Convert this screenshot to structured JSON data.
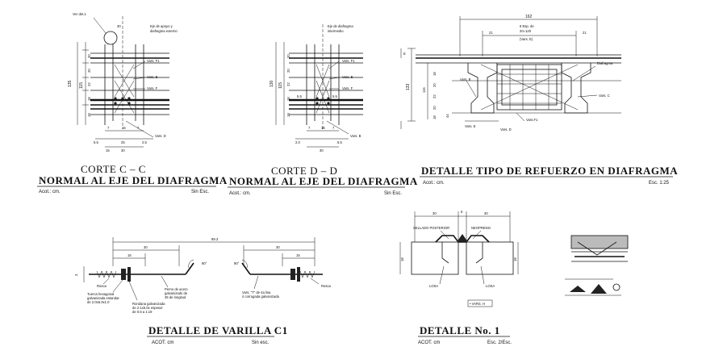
{
  "corte_cc": {
    "title": "CORTE  C – C",
    "subtitle": "NORMAL  AL  EJE  DEL  DIAFRAGMA",
    "acot": "Acot.: cm.",
    "escala": "Sin Esc.",
    "labels": {
      "ver_det": "Ver det.1",
      "eje_apoyo": "Eje de apoyo y",
      "eje_apoyo_2": "diafragma externo",
      "vars_f1": "Vars. F1",
      "vars_e": "Vars. E",
      "vars_f": "Vars. F",
      "vars_d": "Vars. D",
      "dim_30": "30",
      "dim_135": "135",
      "dim_115": "115",
      "dims_left": [
        "20",
        "20",
        "22",
        "18",
        "18"
      ],
      "dims_bottom": [
        "7",
        "16",
        "7",
        "5.5",
        "25",
        "2.5",
        "15",
        "30"
      ]
    }
  },
  "corte_dd": {
    "title": "CORTE  D – D",
    "subtitle": "NORMAL  AL  EJE  DEL  DIAFRAGMA",
    "acot": "Acot.: cm.",
    "escala": "Sin Esc.",
    "labels": {
      "eje_diafragma": "Eje de diafragma",
      "eje_diafragma_2": "intermedio",
      "vars_f1": "Vars. F1",
      "vars_e": "Vars. E",
      "vars_f": "Vars. F",
      "vars_b": "Vars. B",
      "dim_130": "130",
      "dim_115": "115",
      "dims_left": [
        "20",
        "20",
        "22",
        "18",
        "18"
      ],
      "dims_mid": [
        "5.5",
        "5.5"
      ],
      "dims_bottom": [
        "7",
        "16",
        "7",
        "2.0",
        "5.5",
        "30"
      ]
    }
  },
  "detalle_diafragma": {
    "title": "DETALLE  TIPO  DE  REFUERZO  EN  DIAFRAGMA",
    "acot": "Acot.: cm.",
    "escala": "Esc. 1:25",
    "labels": {
      "dim_162": "162",
      "dim_21a": "21",
      "dim_21b": "21",
      "esp": "6 Esp. de",
      "esp_2": "20=120",
      "vars_e": "(Vars. E)",
      "diafragma": "Diafragma",
      "vars_b": "Vars. B",
      "vars_c": "Vars. C",
      "vars_f1": "Vars.F1",
      "vars_d": "Vars. D",
      "vars_e2": "Vars. E",
      "dim_133": "133",
      "dims_left": [
        "115",
        "18",
        "20",
        "22",
        "20",
        "18"
      ],
      "dim_44": "44",
      "e_label": "E"
    }
  },
  "detalle_varilla": {
    "title": "DETALLE  DE  VARILLA  C1",
    "acot": "ACOT. cm",
    "escala": "Sin esc.",
    "labels": {
      "dim_total": "89.3",
      "dim_30a": "30",
      "dim_30b": "30",
      "dim_15a": "15",
      "dim_15b": "15",
      "angle_a": "90°",
      "angle_b": "90°",
      "rosca_a": "Rosca",
      "rosca_b": "Rosca",
      "tuerca": "Tuerca hexagonal",
      "tuerca_2": "galvanizada estandar",
      "tuerca_3": "de 2.0x5.0x1.0",
      "rondana": "Rondana galvanizada",
      "rondana_2": "de 2.1x5.0x espesor",
      "rondana_3": "de 0.6 a 1.19",
      "perno": "Perno de acero",
      "perno_2": "galvanizado de",
      "perno_3": "35 de longitud",
      "vars_t": "Vars. \"T\" de 4a lisa",
      "vars_t_2": "ó corrugada galvanizada",
      "dim_3": "3"
    }
  },
  "detalle_no1": {
    "title": "DETALLE    No.  1",
    "acot": "ACOT. cm",
    "escala": "Esc. 2/Esc.",
    "labels": {
      "dim_30a": "30",
      "dim_30b": "30",
      "dim_6": "6",
      "sellado": "SELLADO POSTERIOR",
      "neopreno": "NEOPRENO",
      "losa_a": "LOSA",
      "losa_b": "LOSA",
      "vars_h": "• VARS. H",
      "dim_18a": "18",
      "dim_18b": "18"
    }
  }
}
